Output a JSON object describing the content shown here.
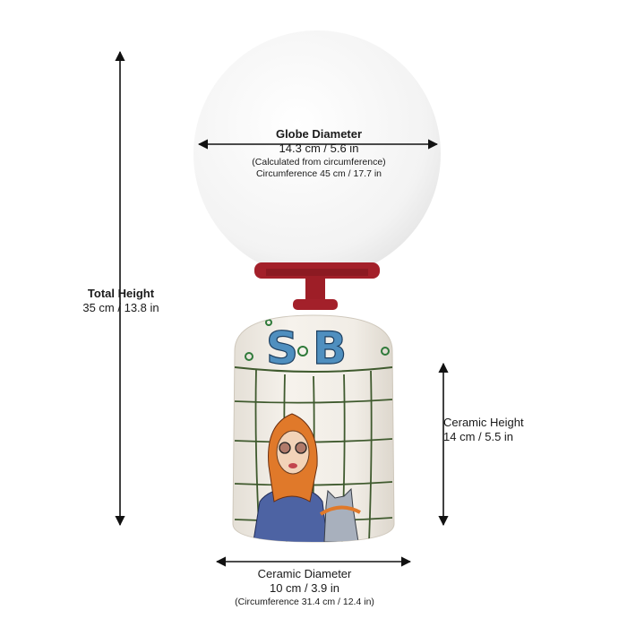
{
  "globe": {
    "title": "Globe Diameter",
    "value": "14.3 cm / 5.6 in",
    "note_calc": "(Calculated from circumference)",
    "note_circ": "Circumference 45 cm / 17.7 in"
  },
  "total_height": {
    "title": "Total Height",
    "value": "35 cm / 13.8 in"
  },
  "ceramic_height": {
    "title": "Ceramic Height",
    "value": "14 cm / 5.5 in"
  },
  "ceramic_diameter": {
    "title": "Ceramic Diameter",
    "value": "10 cm / 3.9 in",
    "note": "(Circumference 31.4 cm / 12.4 in)"
  },
  "base_lettering": "SB",
  "colors": {
    "globe": "#f4f4f4",
    "red_fitting": "#a3202a",
    "ceramic": "#f1ede6",
    "grid_line": "#3f5a2e",
    "scarf": "#e0792a",
    "dress": "#4d63a3",
    "letters": "#4f8fbf",
    "arrow": "#111111"
  }
}
